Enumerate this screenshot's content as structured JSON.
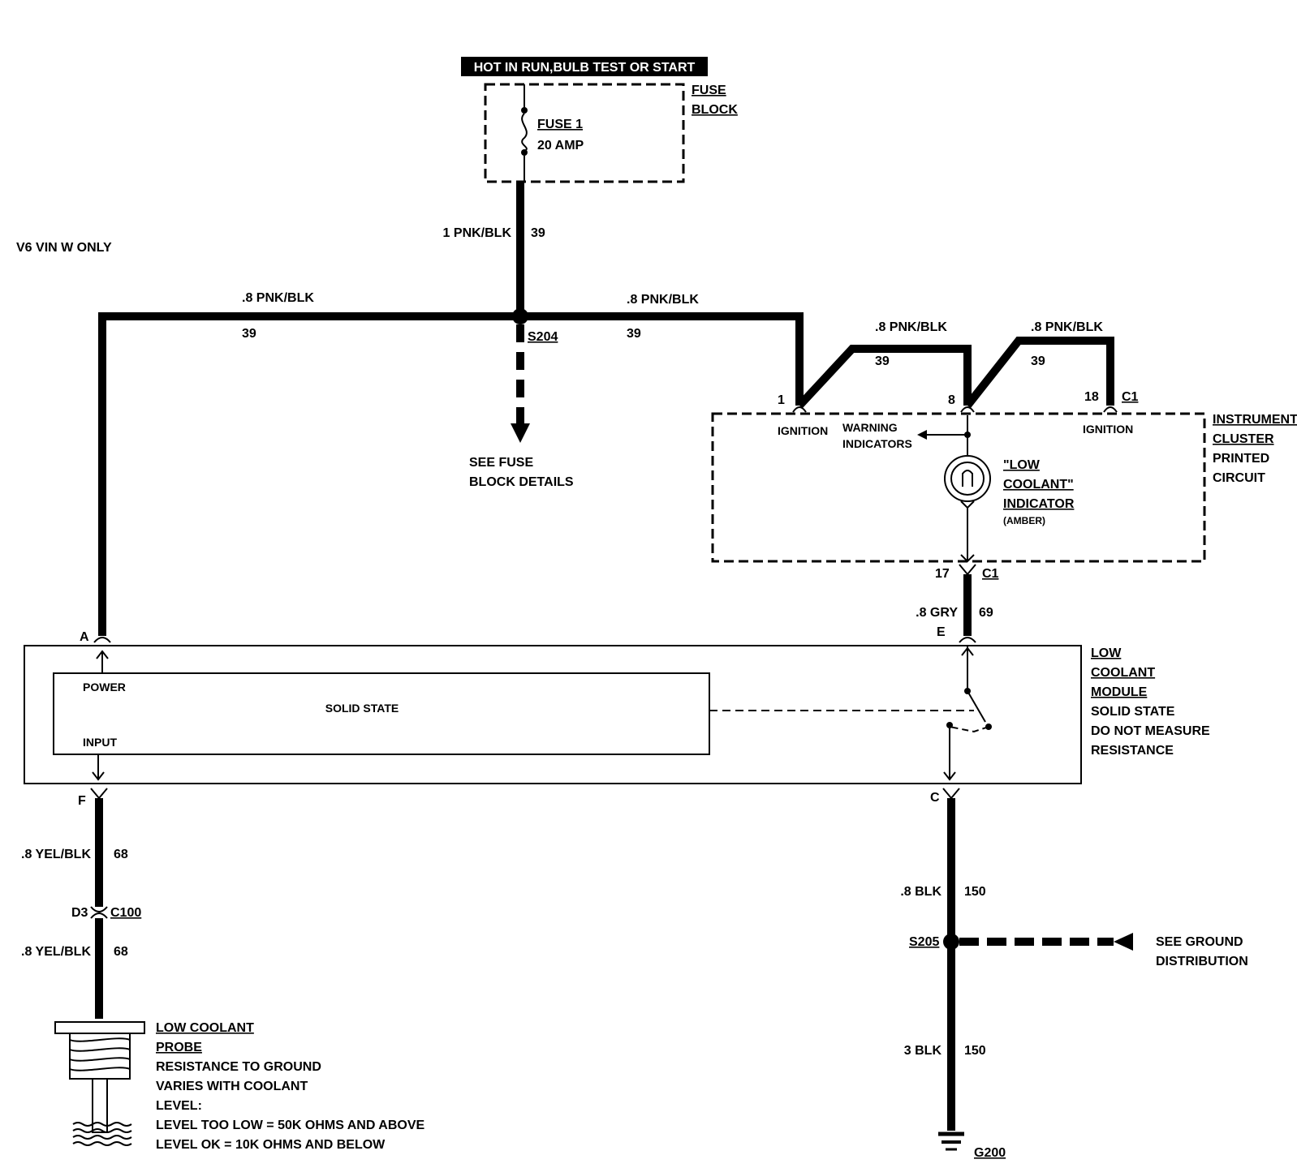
{
  "banner": "HOT IN RUN,BULB TEST OR START",
  "fuse_block": {
    "label_1": "FUSE",
    "label_2": "BLOCK",
    "fuse_name": "FUSE 1",
    "fuse_rating": "20 AMP"
  },
  "variant_note": "V6 VIN W ONLY",
  "wires": {
    "main_feed": {
      "gauge_color": "1 PNK/BLK",
      "circuit": "39"
    },
    "left_branch": {
      "gauge_color": ".8 PNK/BLK",
      "circuit": "39"
    },
    "right_branch": {
      "gauge_color": ".8 PNK/BLK",
      "circuit": "39"
    },
    "cluster_jumper_1": {
      "gauge_color": ".8 PNK/BLK",
      "circuit": "39"
    },
    "cluster_jumper_2": {
      "gauge_color": ".8 PNK/BLK",
      "circuit": "39"
    },
    "indicator_return": {
      "gauge_color": ".8 GRY",
      "circuit": "69"
    },
    "probe_upper": {
      "gauge_color": ".8 YEL/BLK",
      "circuit": "68"
    },
    "probe_lower": {
      "gauge_color": ".8 YEL/BLK",
      "circuit": "68"
    },
    "ground_upper": {
      "gauge_color": ".8 BLK",
      "circuit": "150"
    },
    "ground_lower": {
      "gauge_color": "3 BLK",
      "circuit": "150"
    }
  },
  "splices": {
    "s204": "S204",
    "s205": "S205"
  },
  "notes": {
    "fuse_details_1": "SEE FUSE",
    "fuse_details_2": "BLOCK DETAILS",
    "ground_dist_1": "SEE GROUND",
    "ground_dist_2": "DISTRIBUTION"
  },
  "instrument_cluster": {
    "label": [
      "INSTRUMENT",
      "CLUSTER",
      "PRINTED",
      "CIRCUIT"
    ],
    "pin_1": "1",
    "pin_8": "8",
    "pin_18": "18",
    "pin_17": "17",
    "connector": "C1",
    "ignition_left": "IGNITION",
    "ignition_right": "IGNITION",
    "warning_1": "WARNING",
    "warning_2": "INDICATORS",
    "indicator": [
      "\"LOW",
      "COOLANT\"",
      "INDICATOR"
    ],
    "indicator_color": "(AMBER)"
  },
  "module": {
    "label": [
      "LOW",
      "COOLANT",
      "MODULE",
      "SOLID STATE",
      "DO NOT MEASURE",
      "RESISTANCE"
    ],
    "pin_a": "A",
    "pin_e": "E",
    "pin_f": "F",
    "pin_c": "C",
    "power": "POWER",
    "input": "INPUT",
    "solid_state": "SOLID STATE"
  },
  "connector_c100": {
    "pin": "D3",
    "name": "C100"
  },
  "probe": {
    "title_1": "LOW COOLANT",
    "title_2": "PROBE",
    "desc": [
      "RESISTANCE TO GROUND",
      "VARIES WITH COOLANT",
      "LEVEL:",
      "LEVEL TOO LOW = 50K OHMS AND ABOVE",
      "LEVEL OK = 10K OHMS AND BELOW"
    ]
  },
  "ground": "G200"
}
